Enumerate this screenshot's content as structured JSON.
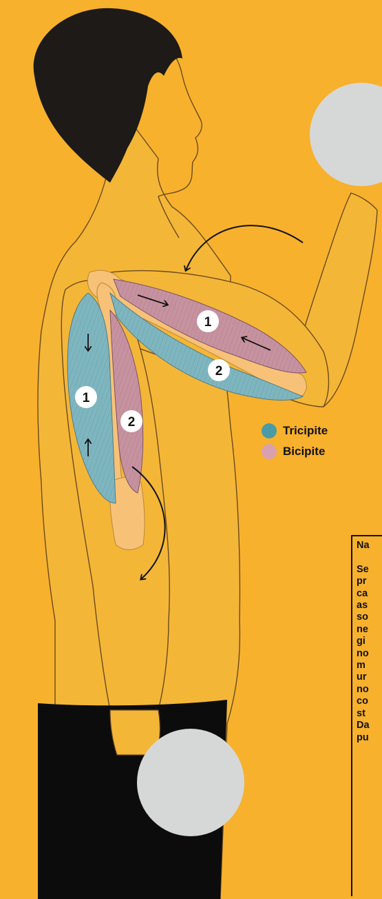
{
  "labels": {
    "arm_raised_muscle_1": "1",
    "arm_raised_muscle_2": "2",
    "arm_down_muscle_1": "1",
    "arm_down_muscle_2": "2"
  },
  "legend": [
    {
      "label": "Tricipite",
      "color": "#4B9BA6"
    },
    {
      "label": "Bicipite",
      "color": "#D9A1AE"
    }
  ],
  "note": {
    "lines": [
      "Na",
      "",
      "Se",
      "pr",
      "ca",
      "as",
      "so",
      "ne",
      "gi",
      "no",
      "m",
      "ur",
      "no",
      "co",
      "st",
      "Da",
      "pu"
    ]
  },
  "colors": {
    "background": "#F7B12C",
    "skin": "#F4B637",
    "outline": "#6B4A1E",
    "hair": "#1D1A17",
    "weight": "#D6D8D8",
    "pants": "#0C0C0C",
    "bone": "#F7C277",
    "tricipite": "#7EB6C0",
    "bicipite": "#C792A0"
  }
}
